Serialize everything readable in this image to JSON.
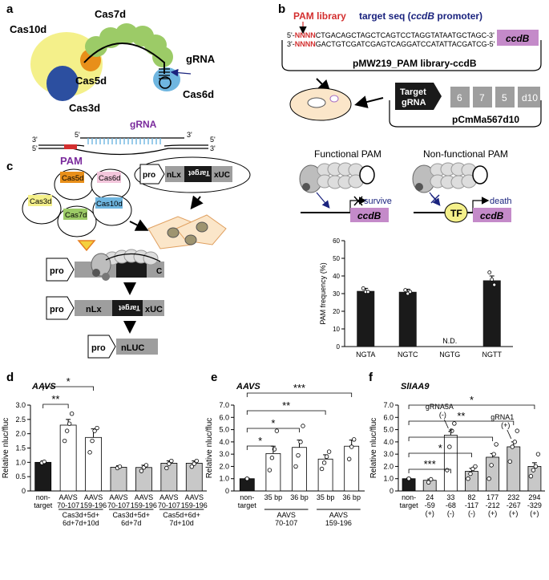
{
  "panel_letters": {
    "a": "a",
    "b": "b",
    "c": "c",
    "d": "d",
    "e": "e",
    "f": "f"
  },
  "panel_a": {
    "cas10d": "Cas10d",
    "cas7d": "Cas7d",
    "cas5d": "Cas5d",
    "cas3d": "Cas3d",
    "cas6d": "Cas6d",
    "grna": "gRNA",
    "grna2": "gRNA",
    "pam": "PAM",
    "e5a": "5'",
    "e3a": "3'",
    "e3b": "3'",
    "e5b": "5'",
    "e5c": "5'",
    "e3c": "3'"
  },
  "panel_b": {
    "pam_library": "PAM library",
    "target_seq": "target seq (",
    "ccdb": "ccdB",
    "promoter": " promoter)",
    "seq_top_pre": "5'-",
    "seq_top_n": "NNNN",
    "seq_top": "CTGACAGCTAGCTCAGTCCTAGGTATAATGCTAGC",
    "seq_top_end": "-3'",
    "seq_bot_pre": "3'-",
    "seq_bot_n": "NNNN",
    "seq_bot": "GACTGTCGATCGAGTCAGGATCCATATTACGATCG",
    "seq_bot_end": "-5'",
    "plasmid1": "pMW219_PAM library-ccdB",
    "plasmid2": "pCmMa567d10",
    "target_grna_1": "Target",
    "target_grna_2": "gRNA",
    "genes": [
      "6",
      "7",
      "5",
      "d10"
    ],
    "functional": "Functional PAM",
    "nonfunctional": "Non-functional PAM",
    "survive": "survive",
    "death": "death",
    "tf": "TF",
    "ccdb_box1": "ccdB",
    "ccdb_box2": "ccdB"
  },
  "panel_c": {
    "cas5d": "Cas5d",
    "cas6d": "Cas6d",
    "cas3d": "Cas3d",
    "cas7d": "Cas7d",
    "cas10d": "Cas10d",
    "pro": "pro",
    "nlx": "nLx",
    "target": "Target",
    "xuc": "xUC",
    "uc": "C",
    "nluc": "nLUC"
  },
  "pam_chart": {
    "type": "bar",
    "ylabel": "PAM frequency (%)",
    "categories": [
      "NGTA",
      "NGTC",
      "NGTG",
      "NGTT"
    ],
    "values": [
      31.5,
      31,
      0,
      37.5
    ],
    "errors": [
      1.5,
      1.5,
      0,
      2.5
    ],
    "points": [
      [
        33,
        31,
        31
      ],
      [
        32,
        30,
        31
      ],
      [],
      [
        42,
        38,
        35
      ]
    ],
    "ylim": [
      0,
      60
    ],
    "yticks": [
      "0",
      "10",
      "20",
      "30",
      "40",
      "50",
      "60"
    ],
    "ytick_values": [
      0,
      10,
      20,
      30,
      40,
      50,
      60
    ],
    "annotation": "N.D.",
    "annotation_index": 2,
    "color": "#1a1a1a"
  },
  "chart_data": [
    {
      "panel": "d",
      "type": "bar",
      "title": "AAVS",
      "ylabel": "Relative nluc/fluc",
      "ylim": [
        0,
        3.0
      ],
      "yticks": [
        "0",
        "0.5",
        "1.0",
        "1.5",
        "2.0",
        "2.5",
        "3.0"
      ],
      "ytick_values": [
        0,
        0.5,
        1.0,
        1.5,
        2.0,
        2.5,
        3.0
      ],
      "categories": [
        [
          "non-",
          "target"
        ],
        [
          "AAVS",
          "70-107"
        ],
        [
          "AAVS",
          "159-196"
        ],
        [
          "AAVS",
          "70-107"
        ],
        [
          "AAVS",
          "159-196"
        ],
        [
          "AAVS",
          "70-107"
        ],
        [
          "AAVS",
          "159-196"
        ]
      ],
      "values": [
        1.0,
        2.3,
        1.87,
        0.83,
        0.82,
        0.97,
        0.97
      ],
      "errors": [
        0.05,
        0.2,
        0.3,
        0.05,
        0.08,
        0.08,
        0.08
      ],
      "fills": [
        "#1a1a1a",
        "#ffffff",
        "#ffffff",
        "#c8c8c8",
        "#c8c8c8",
        "#c8c8c8",
        "#c8c8c8"
      ],
      "points": [
        [
          0.98,
          1.02
        ],
        [
          1.75,
          2.1,
          2.35,
          2.7
        ],
        [
          1.35,
          1.75,
          2.1,
          2.2
        ],
        [
          0.8,
          0.85
        ],
        [
          0.7,
          0.82,
          0.9
        ],
        [
          0.8,
          0.95,
          1.05
        ],
        [
          0.85,
          0.95,
          1.05
        ]
      ],
      "groups": [
        {
          "label": [
            "Cas3d+5d+",
            "6d+7d+10d"
          ],
          "from": 1,
          "to": 2
        },
        {
          "label": [
            "Cas3d+5d+",
            "6d+7d"
          ],
          "from": 3,
          "to": 4
        },
        {
          "label": [
            "Cas5d+6d+",
            "7d+10d"
          ],
          "from": 5,
          "to": 6
        }
      ],
      "sig": [
        {
          "label": "**",
          "to": 1
        },
        {
          "label": "*",
          "to": 2
        }
      ]
    },
    {
      "panel": "e",
      "type": "bar",
      "title": "AAVS",
      "ylabel": "Relative nluc/fluc",
      "ylim": [
        0,
        7.0
      ],
      "yticks": [
        "0",
        "1.0",
        "2.0",
        "3.0",
        "4.0",
        "5.0",
        "6.0",
        "7.0"
      ],
      "ytick_values": [
        0,
        1,
        2,
        3,
        4,
        5,
        6,
        7
      ],
      "categories": [
        [
          "non-",
          "target"
        ],
        [
          "35 bp"
        ],
        [
          "36 bp"
        ],
        [
          "35 bp"
        ],
        [
          "36 bp"
        ]
      ],
      "values": [
        1.0,
        3.05,
        3.55,
        2.6,
        3.65
      ],
      "errors": [
        0.05,
        0.6,
        0.6,
        0.35,
        0.5
      ],
      "fills": [
        "#1a1a1a",
        "#ffffff",
        "#ffffff",
        "#ffffff",
        "#ffffff"
      ],
      "points": [
        [
          1.0
        ],
        [
          1.7,
          2.7,
          3.4,
          4.9
        ],
        [
          2.0,
          2.9,
          4.0,
          5.3
        ],
        [
          1.8,
          2.3,
          2.8,
          3.2
        ],
        [
          2.6,
          3.6,
          4.2
        ]
      ],
      "groups": [
        {
          "label": [
            "AAVS",
            "70-107"
          ],
          "from": 1,
          "to": 2
        },
        {
          "label": [
            "AAVS",
            "159-196"
          ],
          "from": 3,
          "to": 4
        }
      ],
      "sig": [
        {
          "label": "*",
          "to": 1
        },
        {
          "label": "*",
          "to": 2
        },
        {
          "label": "**",
          "to": 3
        },
        {
          "label": "***",
          "to": 4
        }
      ]
    },
    {
      "panel": "f",
      "type": "bar",
      "title": "SlIAA9",
      "ylabel": "Relative nluc/fluc",
      "ylim": [
        0,
        7.0
      ],
      "yticks": [
        "0",
        "1.0",
        "2.0",
        "3.0",
        "4.0",
        "5.0",
        "6.0",
        "7.0"
      ],
      "ytick_values": [
        0,
        1,
        2,
        3,
        4,
        5,
        6,
        7
      ],
      "categories": [
        [
          "non-",
          "target"
        ],
        [
          "24",
          "-59",
          "(+)"
        ],
        [
          "33",
          "-68",
          "(-)"
        ],
        [
          "82",
          "-117",
          "(-)"
        ],
        [
          "177",
          "-212",
          "(+)"
        ],
        [
          "232",
          "-267",
          "(+)"
        ],
        [
          "294",
          "-329",
          "(+)"
        ]
      ],
      "values": [
        1.0,
        0.87,
        4.55,
        1.6,
        2.75,
        3.6,
        2.0
      ],
      "errors": [
        0.05,
        0.1,
        0.3,
        0.25,
        0.3,
        0.4,
        0.3
      ],
      "fills": [
        "#1a1a1a",
        "#c8c8c8",
        "#ffffff",
        "#c8c8c8",
        "#c8c8c8",
        "#c8c8c8",
        "#c8c8c8"
      ],
      "points": [
        [
          1.0
        ],
        [
          0.7,
          0.95
        ],
        [
          1.7,
          3.6,
          4.9,
          5.5
        ],
        [
          1.0,
          1.4,
          1.8,
          2.0
        ],
        [
          1.0,
          2.1,
          3.0,
          3.8
        ],
        [
          2.4,
          3.6,
          4.0,
          4.9
        ],
        [
          1.2,
          1.7,
          2.0,
          3.0
        ]
      ],
      "groups": [],
      "sig": [
        {
          "label": "***",
          "to": 2
        },
        {
          "label": "*",
          "to": 3
        },
        {
          "label": "*",
          "to": 4
        },
        {
          "label": "**",
          "to": 5
        },
        {
          "label": "*",
          "to": 6
        }
      ],
      "annotations": [
        {
          "line1": "gRNA5A",
          "line2": "(-)",
          "index": 2
        },
        {
          "line1": "gRNA1",
          "line2": "(+)",
          "index": 5
        }
      ]
    }
  ]
}
